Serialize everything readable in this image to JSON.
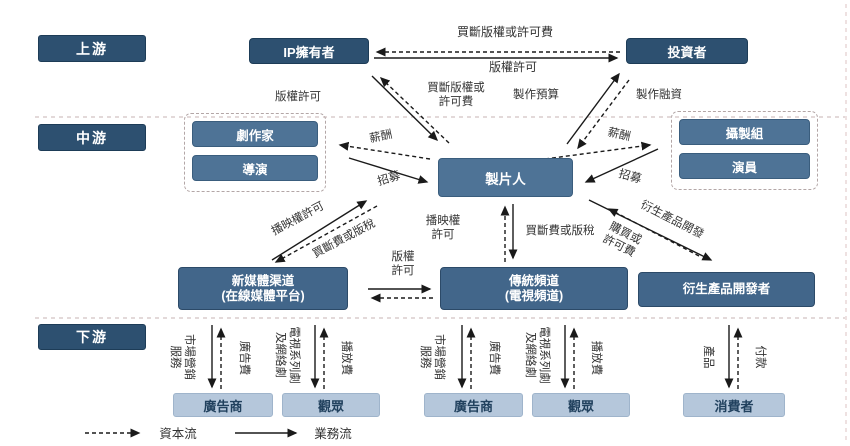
{
  "tiers": {
    "upstream": "上游",
    "midstream": "中游",
    "downstream": "下游"
  },
  "nodes": {
    "ip_owner": "IP擁有者",
    "investor": "投資者",
    "playwright": "劇作家",
    "director": "導演",
    "producer": "製片人",
    "production_team": "攝製組",
    "actors": "演員",
    "new_media": "新媒體渠道\n(在線媒體平台)",
    "traditional": "傳統頻道\n(電視頻道)",
    "derivative_developer": "衍生產品開發者",
    "advertiser": "廣告商",
    "audience": "觀眾",
    "consumer": "消費者"
  },
  "edges": {
    "buyout_copyright_or_license_fee": "買斷版權或許可費",
    "copyright_license": "版權許可",
    "production_budget": "製作預算",
    "production_financing": "製作融資",
    "salary": "薪酬",
    "recruitment": "招募",
    "broadcast_license": "播映權許可",
    "buyout_fee_or_royalty": "買斷費或版稅",
    "derivative_development": "衍生產品開發",
    "purchase_or_license_fee": "購買或許可費",
    "marketing_services": "市場營銷服務",
    "advertising_fee": "廣告費",
    "tv_web_series": "電視系列劇及網絡劇",
    "playback_fee": "播放費",
    "product": "產品",
    "payment": "付款"
  },
  "legend": {
    "capital_flow": "資本流",
    "business_flow": "業務流"
  },
  "colors": {
    "dark_blue": "#2d5070",
    "mid_blue": "#42668a",
    "steel_blue": "#4e7396",
    "light_blue": "#b5c7db",
    "divider_pink": "#d2c2c2",
    "arrow_black": "#1a1a1a"
  }
}
